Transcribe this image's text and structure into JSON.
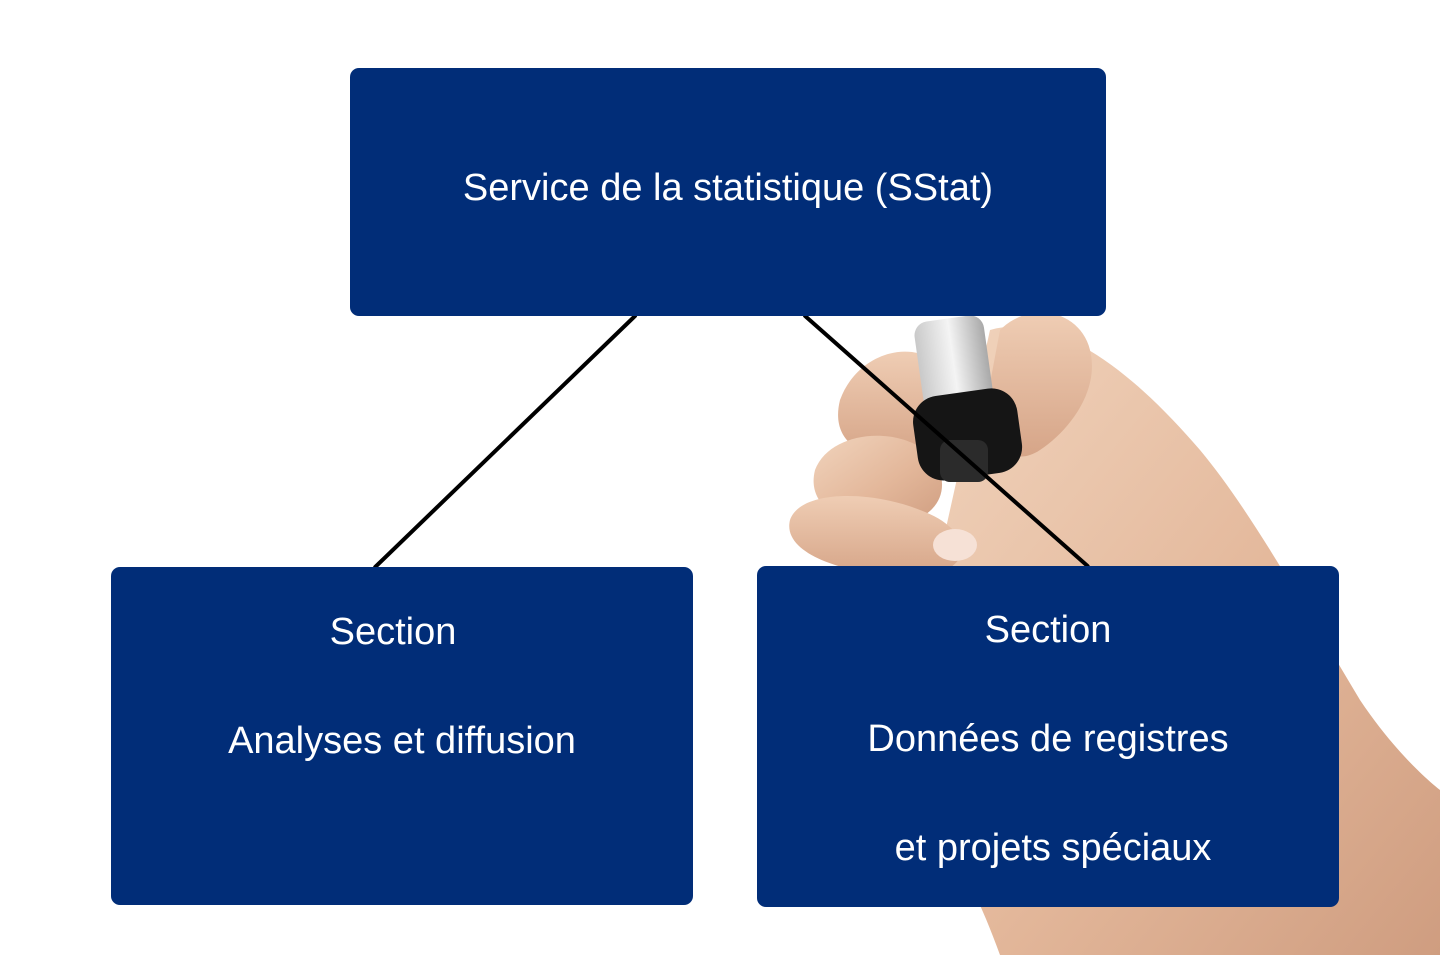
{
  "chart_data": {
    "type": "org-chart",
    "nodes": [
      {
        "id": "root",
        "lines": [
          "Service de la statistique (SStat)"
        ]
      },
      {
        "id": "left",
        "lines": [
          "Section",
          "Analyses et diffusion"
        ]
      },
      {
        "id": "right",
        "lines": [
          "Section",
          "Données de registres",
          "et projets spéciaux"
        ]
      }
    ],
    "edges": [
      {
        "from": "root",
        "to": "left"
      },
      {
        "from": "root",
        "to": "right"
      }
    ]
  },
  "colors": {
    "box_fill": "#012d78",
    "box_text": "#ffffff",
    "connector": "#000000",
    "background": "#ffffff"
  },
  "decoration": {
    "hand_with_marker": "hand holding a black marker"
  }
}
